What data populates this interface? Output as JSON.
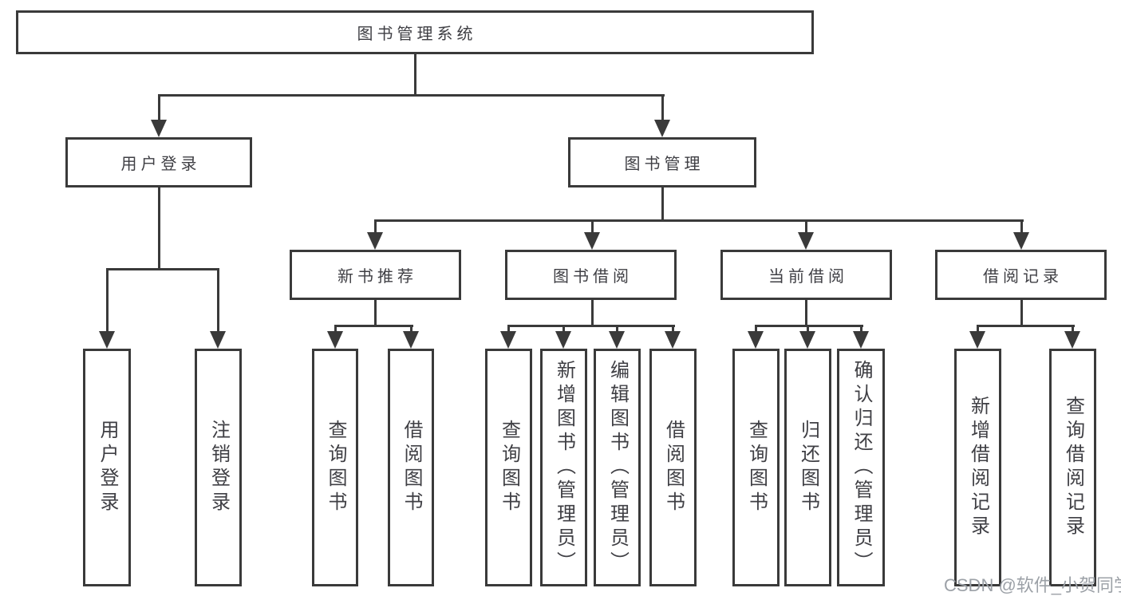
{
  "diagram": {
    "root": {
      "label": "图书管理系统"
    },
    "level2": [
      {
        "label": "用户登录"
      },
      {
        "label": "图书管理"
      }
    ],
    "level3": [
      {
        "label": "新书推荐"
      },
      {
        "label": "图书借阅"
      },
      {
        "label": "当前借阅"
      },
      {
        "label": "借阅记录"
      }
    ],
    "leaves": [
      {
        "label": "用户登录",
        "parent": "用户登录"
      },
      {
        "label": "注销登录",
        "parent": "用户登录"
      },
      {
        "label": "查询图书",
        "parent": "新书推荐"
      },
      {
        "label": "借阅图书",
        "parent": "新书推荐"
      },
      {
        "label": "查询图书",
        "parent": "图书借阅"
      },
      {
        "label": "新增图书（管理员）",
        "parent": "图书借阅"
      },
      {
        "label": "编辑图书（管理员）",
        "parent": "图书借阅"
      },
      {
        "label": "借阅图书",
        "parent": "图书借阅"
      },
      {
        "label": "查询图书",
        "parent": "当前借阅"
      },
      {
        "label": "归还图书",
        "parent": "当前借阅"
      },
      {
        "label": "确认归还（管理员）",
        "parent": "当前借阅"
      },
      {
        "label": "新增借阅记录",
        "parent": "借阅记录"
      },
      {
        "label": "查询借阅记录",
        "parent": "借阅记录"
      }
    ],
    "watermark": "CSDN @软件_小贺同学",
    "colors": {
      "line": "#3a3a3a",
      "text": "#3f3f44",
      "watermark": "#9ca1a7",
      "background": "#ffffff"
    }
  }
}
